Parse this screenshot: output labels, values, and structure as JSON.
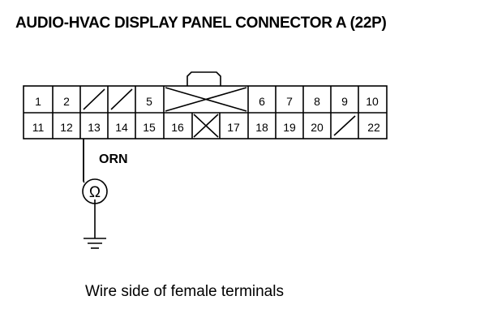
{
  "title": "AUDIO-HVAC DISPLAY PANEL CONNECTOR A (22P)",
  "wire_color": "ORN",
  "meter_symbol": "Ω",
  "meter_icon": "ohmmeter-icon",
  "ground_icon": "ground-icon",
  "caption": "Wire side of female terminals",
  "connector": {
    "top_row": [
      "1",
      "2",
      "",
      "",
      "5",
      "",
      "6",
      "7",
      "8",
      "9",
      "10"
    ],
    "bottom_row": [
      "11",
      "12",
      "13",
      "14",
      "15",
      "16",
      "",
      "17",
      "18",
      "19",
      "20",
      "",
      "22"
    ],
    "probed_terminal": "13"
  }
}
